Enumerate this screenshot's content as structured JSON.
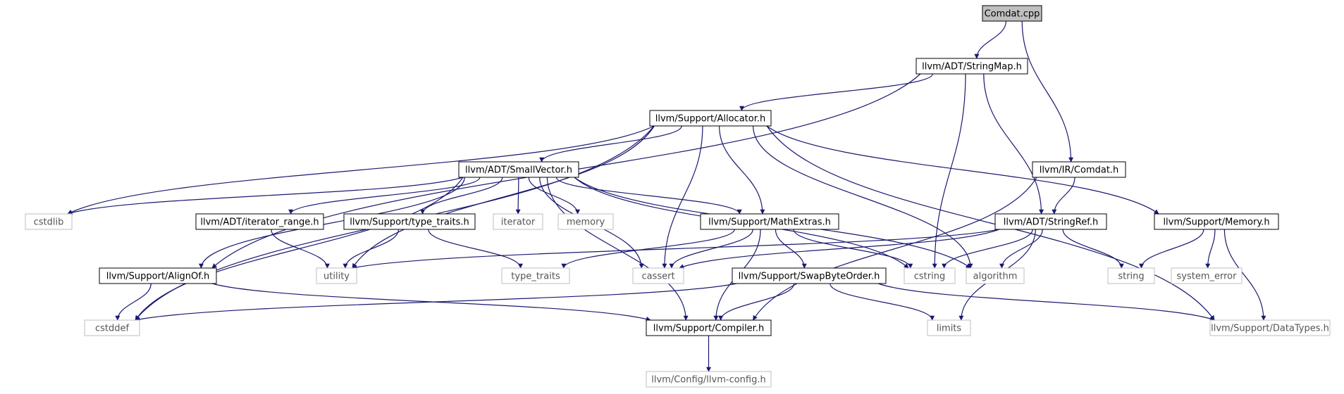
{
  "colors": {
    "edge": "#191970",
    "root_fill": "#bfbfbf",
    "internal_border": "#000000",
    "external_border": "#bfbfbf",
    "internal_text": "#000000",
    "external_text": "#555555"
  },
  "nodes": [
    {
      "id": "comdat_cpp",
      "label": "Comdat.cpp",
      "kind": "root"
    },
    {
      "id": "stringmap_h",
      "label": "llvm/ADT/StringMap.h",
      "kind": "internal"
    },
    {
      "id": "allocator_h",
      "label": "llvm/Support/Allocator.h",
      "kind": "internal"
    },
    {
      "id": "smallvector_h",
      "label": "llvm/ADT/SmallVector.h",
      "kind": "internal"
    },
    {
      "id": "ir_comdat_h",
      "label": "llvm/IR/Comdat.h",
      "kind": "internal"
    },
    {
      "id": "cstdlib",
      "label": "cstdlib",
      "kind": "external"
    },
    {
      "id": "iterator_range_h",
      "label": "llvm/ADT/iterator_range.h",
      "kind": "internal"
    },
    {
      "id": "type_traits_h",
      "label": "llvm/Support/type_traits.h",
      "kind": "internal"
    },
    {
      "id": "iterator",
      "label": "iterator",
      "kind": "external"
    },
    {
      "id": "memory",
      "label": "memory",
      "kind": "external"
    },
    {
      "id": "mathextras_h",
      "label": "llvm/Support/MathExtras.h",
      "kind": "internal"
    },
    {
      "id": "stringref_h",
      "label": "llvm/ADT/StringRef.h",
      "kind": "internal"
    },
    {
      "id": "memory_h",
      "label": "llvm/Support/Memory.h",
      "kind": "internal"
    },
    {
      "id": "alignof_h",
      "label": "llvm/Support/AlignOf.h",
      "kind": "internal"
    },
    {
      "id": "utility",
      "label": "utility",
      "kind": "external"
    },
    {
      "id": "type_traits",
      "label": "type_traits",
      "kind": "external"
    },
    {
      "id": "cassert",
      "label": "cassert",
      "kind": "external"
    },
    {
      "id": "swapbyteorder_h",
      "label": "llvm/Support/SwapByteOrder.h",
      "kind": "internal"
    },
    {
      "id": "cstring",
      "label": "cstring",
      "kind": "external"
    },
    {
      "id": "algorithm",
      "label": "algorithm",
      "kind": "external"
    },
    {
      "id": "string",
      "label": "string",
      "kind": "external"
    },
    {
      "id": "system_error",
      "label": "system_error",
      "kind": "external"
    },
    {
      "id": "cstddef",
      "label": "cstddef",
      "kind": "external"
    },
    {
      "id": "compiler_h",
      "label": "llvm/Support/Compiler.h",
      "kind": "internal"
    },
    {
      "id": "limits",
      "label": "limits",
      "kind": "external"
    },
    {
      "id": "datatypes_h",
      "label": "llvm/Support/DataTypes.h",
      "kind": "external"
    },
    {
      "id": "llvm_config_h",
      "label": "llvm/Config/llvm-config.h",
      "kind": "external"
    }
  ],
  "edges": [
    [
      "comdat_cpp",
      "stringmap_h"
    ],
    [
      "comdat_cpp",
      "ir_comdat_h"
    ],
    [
      "stringmap_h",
      "allocator_h"
    ],
    [
      "stringmap_h",
      "alignof_h"
    ],
    [
      "stringmap_h",
      "cstring"
    ],
    [
      "stringmap_h",
      "stringref_h"
    ],
    [
      "allocator_h",
      "cstddef"
    ],
    [
      "allocator_h",
      "utility"
    ],
    [
      "allocator_h",
      "cstdlib"
    ],
    [
      "allocator_h",
      "smallvector_h"
    ],
    [
      "allocator_h",
      "cassert"
    ],
    [
      "allocator_h",
      "mathextras_h"
    ],
    [
      "allocator_h",
      "algorithm"
    ],
    [
      "allocator_h",
      "memory_h"
    ],
    [
      "allocator_h",
      "datatypes_h"
    ],
    [
      "smallvector_h",
      "cstdlib"
    ],
    [
      "smallvector_h",
      "alignof_h"
    ],
    [
      "smallvector_h",
      "cstddef"
    ],
    [
      "smallvector_h",
      "compiler_h"
    ],
    [
      "smallvector_h",
      "iterator_range_h"
    ],
    [
      "smallvector_h",
      "type_traits_h"
    ],
    [
      "smallvector_h",
      "iterator"
    ],
    [
      "smallvector_h",
      "memory"
    ],
    [
      "smallvector_h",
      "cassert"
    ],
    [
      "smallvector_h",
      "mathextras_h"
    ],
    [
      "smallvector_h",
      "cstring"
    ],
    [
      "smallvector_h",
      "algorithm"
    ],
    [
      "ir_comdat_h",
      "stringref_h"
    ],
    [
      "ir_comdat_h",
      "compiler_h"
    ],
    [
      "iterator_range_h",
      "utility"
    ],
    [
      "type_traits_h",
      "utility"
    ],
    [
      "type_traits_h",
      "type_traits"
    ],
    [
      "mathextras_h",
      "type_traits"
    ],
    [
      "mathextras_h",
      "cassert"
    ],
    [
      "mathextras_h",
      "swapbyteorder_h"
    ],
    [
      "mathextras_h",
      "compiler_h"
    ],
    [
      "mathextras_h",
      "cstring"
    ],
    [
      "stringref_h",
      "utility"
    ],
    [
      "stringref_h",
      "cassert"
    ],
    [
      "stringref_h",
      "cstring"
    ],
    [
      "stringref_h",
      "algorithm"
    ],
    [
      "stringref_h",
      "string"
    ],
    [
      "stringref_h",
      "limits"
    ],
    [
      "memory_h",
      "string"
    ],
    [
      "memory_h",
      "system_error"
    ],
    [
      "memory_h",
      "datatypes_h"
    ],
    [
      "alignof_h",
      "cstddef"
    ],
    [
      "alignof_h",
      "compiler_h"
    ],
    [
      "swapbyteorder_h",
      "cstddef"
    ],
    [
      "swapbyteorder_h",
      "compiler_h"
    ],
    [
      "swapbyteorder_h",
      "limits"
    ],
    [
      "swapbyteorder_h",
      "datatypes_h"
    ],
    [
      "compiler_h",
      "llvm_config_h"
    ]
  ]
}
